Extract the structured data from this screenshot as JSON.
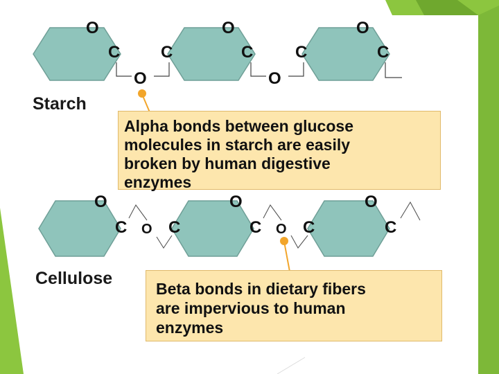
{
  "starch": {
    "label": "Starch",
    "atoms": {
      "o_top_1": "O",
      "o_top_2": "O",
      "o_top_3": "O",
      "c_1": "C",
      "c_2": "C",
      "c_3": "C",
      "c_4": "C",
      "c_5": "C",
      "o_bridge_1": "O",
      "o_bridge_2": "O"
    },
    "callout": {
      "line1": "Alpha bonds between glucose",
      "line2": "molecules in starch are easily",
      "line3": "broken by human digestive",
      "line4": "enzymes"
    }
  },
  "cellulose": {
    "label": "Cellulose",
    "atoms": {
      "o_top_1": "O",
      "o_top_2": "O",
      "o_top_3": "O",
      "c_1": "C",
      "c_2": "C",
      "c_3": "C",
      "c_4": "C",
      "c_5": "C",
      "o_bridge_1": "O",
      "o_bridge_2": "O"
    },
    "callout": {
      "line1": "Beta bonds in dietary fibers",
      "line2": "are impervious to human",
      "line3": "enzymes"
    }
  },
  "colors": {
    "ring_fill": "#8fc4bb",
    "callout_fill": "#fde6ad",
    "pointer": "#f2a52a",
    "accent_green": "#8cc63f"
  }
}
